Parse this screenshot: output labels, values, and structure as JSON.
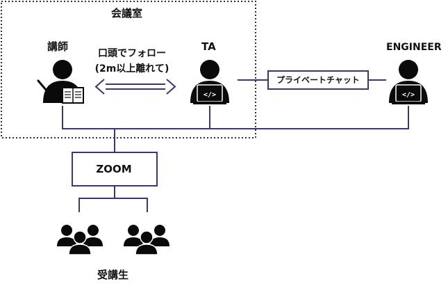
{
  "diagram": {
    "room_title": "会議室",
    "lecturer_label": "講師",
    "ta_label": "TA",
    "engineer_label": "ENGINEER",
    "follow_line1": "口頭でフォロー",
    "follow_line2": "(2m以上離れて)",
    "private_chat_label": "プライベートチャット",
    "zoom_label": "ZOOM",
    "students_label": "受講生",
    "laptop_glyph": "</>"
  },
  "colors": {
    "line": "#3b3670",
    "person": "#0a0a0a",
    "border_dotted": "#2d2a58"
  },
  "icons": [
    "lecturer-person-icon",
    "pointer-icon",
    "book-icon",
    "ta-person-icon",
    "laptop-icon",
    "engineer-person-icon",
    "student-group-icon"
  ]
}
